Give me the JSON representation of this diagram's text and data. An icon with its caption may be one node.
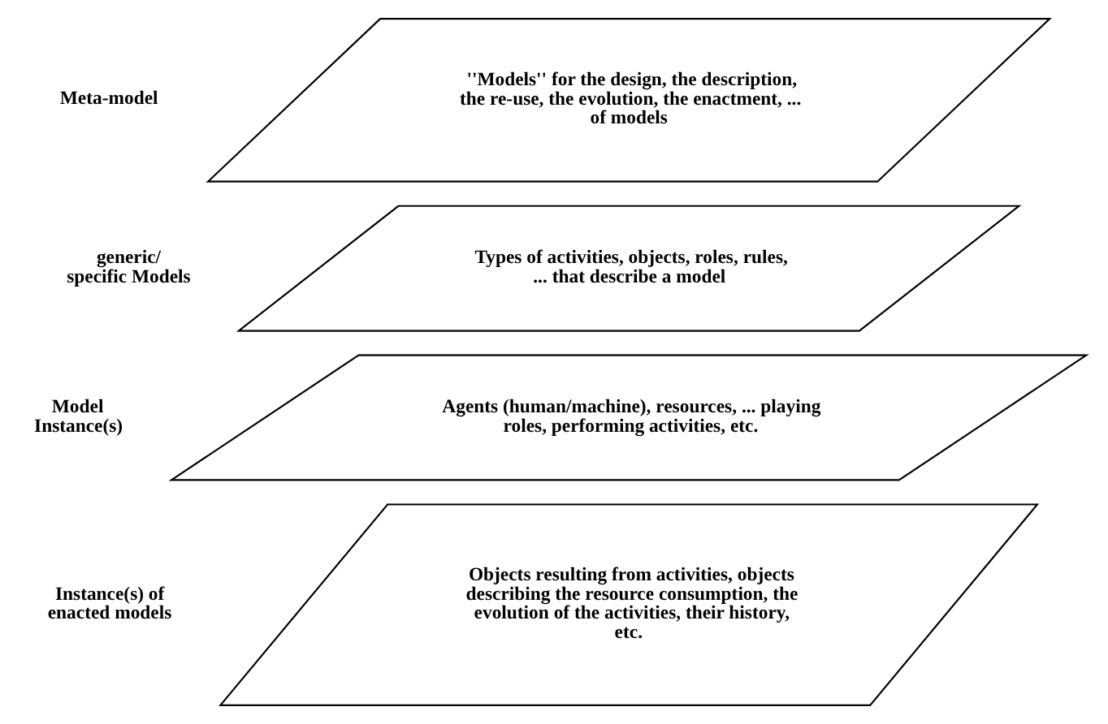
{
  "diagram": {
    "nodes": [
      {
        "text": [
          "''Models'' for the design, the description, the re-use, the evolution, the enactment, ... of models"
        ],
        "beside": [
          "Meta-model"
        ]
      },
      {
        "text": [
          "Types of activities, objects, roles, rules, ... that describe a model"
        ],
        "beside": [
          "generic/ specific Models"
        ]
      },
      {
        "text": [
          "Agents (human/machine), resources, ... playing roles, performing activities, etc."
        ],
        "beside": [
          "Model Instance(s)"
        ]
      },
      {
        "text": [
          "Objects resulting from activities, objects describing the resource consumption, the evolution of the activities, their history, etc."
        ],
        "beside": [
          "Instance(s) of enacted models"
        ]
      }
    ],
    "edges": []
  }
}
